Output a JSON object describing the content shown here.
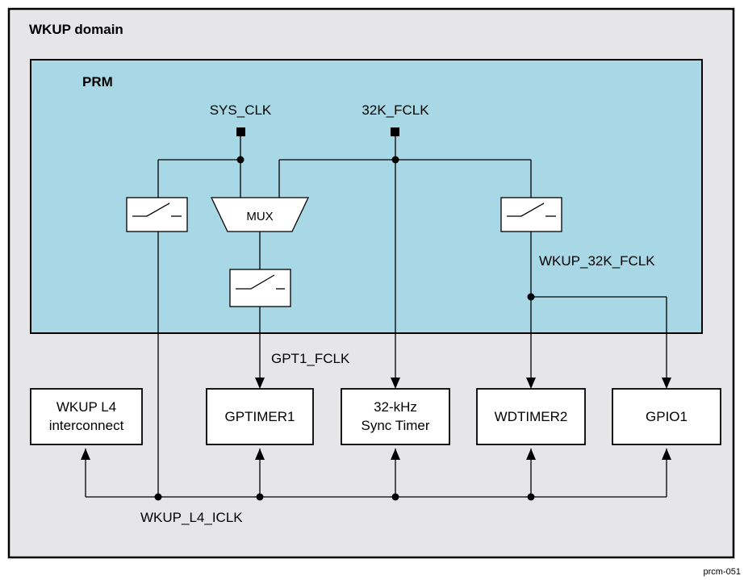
{
  "outer_domain": {
    "title": "WKUP domain"
  },
  "prm": {
    "title": "PRM"
  },
  "clock_sources": {
    "sys_clk": "SYS_CLK",
    "fclk_32k": "32K_FCLK"
  },
  "mux": {
    "label": "MUX"
  },
  "signals": {
    "wkup_32k_fclk": "WKUP_32K_FCLK",
    "gpt1_fclk": "GPT1_FCLK",
    "wkup_l4_iclk": "WKUP_L4_ICLK"
  },
  "modules": {
    "wkup_l4": {
      "line1": "WKUP L4",
      "line2": "interconnect"
    },
    "gptimer1": {
      "line1": "GPTIMER1"
    },
    "sync_timer": {
      "line1": "32-kHz",
      "line2": "Sync Timer"
    },
    "wdtimer2": {
      "line1": "WDTIMER2"
    },
    "gpio1": {
      "line1": "GPIO1"
    }
  },
  "figure_id": "prcm-051",
  "colors": {
    "outer_fill": "#e6e6e8",
    "prm_fill": "#a8d8e6",
    "box_fill": "#ffffff",
    "line": "#000000"
  }
}
